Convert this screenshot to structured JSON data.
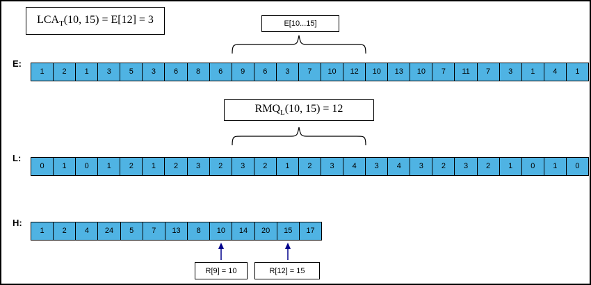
{
  "colors": {
    "cell-fill": "#4FB3E3",
    "arrow-color": "#00008B",
    "line-color": "#000000"
  },
  "formulas": {
    "lca": {
      "name": "LCA",
      "sub": "T",
      "rest": "(10, 15) = E[12] = 3"
    },
    "rmq": {
      "name": "RMQ",
      "sub": "L",
      "rest": "(10, 15) = 12"
    }
  },
  "annotations": {
    "e_range": "E[10...15]",
    "r9": "R[9] = 10",
    "r12": "R[12] = 15"
  },
  "arrays": {
    "e": {
      "label": "E:",
      "values": [
        1,
        2,
        1,
        3,
        5,
        3,
        6,
        8,
        6,
        9,
        6,
        3,
        7,
        10,
        12,
        10,
        13,
        10,
        7,
        11,
        7,
        3,
        1,
        4,
        1
      ]
    },
    "l": {
      "label": "L:",
      "values": [
        0,
        1,
        0,
        1,
        2,
        1,
        2,
        3,
        2,
        3,
        2,
        1,
        2,
        3,
        4,
        3,
        4,
        3,
        2,
        3,
        2,
        1,
        0,
        1,
        0
      ]
    },
    "h": {
      "label": "H:",
      "values": [
        1,
        2,
        4,
        24,
        5,
        7,
        13,
        8,
        10,
        14,
        20,
        15,
        17
      ]
    }
  }
}
